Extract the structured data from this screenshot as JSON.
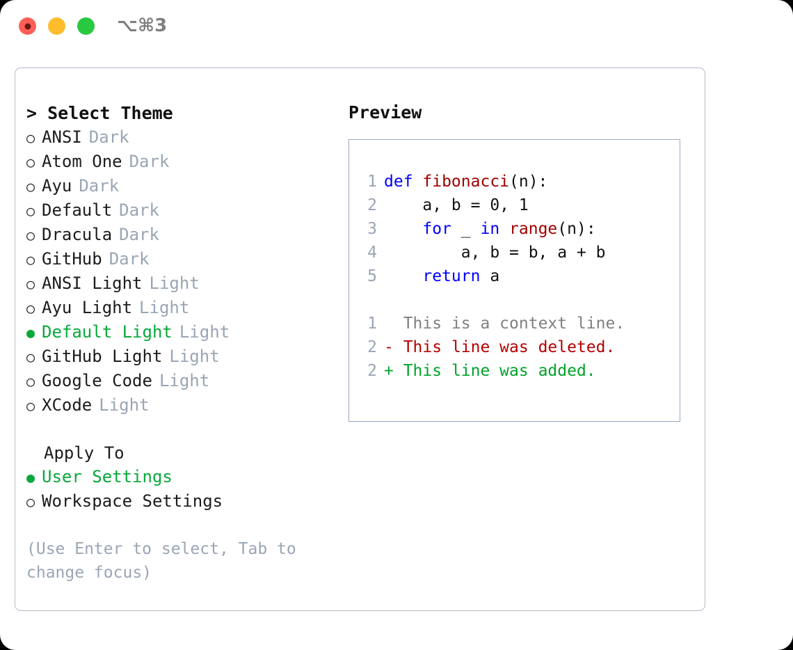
{
  "titlebar": {
    "shortcut": "⌥⌘3",
    "lights": [
      {
        "name": "close",
        "color": "#ff5f57"
      },
      {
        "name": "minimize",
        "color": "#ffbd2e"
      },
      {
        "name": "maximize",
        "color": "#28c840"
      }
    ]
  },
  "theme_panel": {
    "header": "> Select Theme",
    "items": [
      {
        "bullet": "○",
        "label": "ANSI",
        "tag": "Dark",
        "selected": false
      },
      {
        "bullet": "○",
        "label": "Atom One",
        "tag": "Dark",
        "selected": false
      },
      {
        "bullet": "○",
        "label": "Ayu",
        "tag": "Dark",
        "selected": false
      },
      {
        "bullet": "○",
        "label": "Default",
        "tag": "Dark",
        "selected": false
      },
      {
        "bullet": "○",
        "label": "Dracula",
        "tag": "Dark",
        "selected": false
      },
      {
        "bullet": "○",
        "label": "GitHub",
        "tag": "Dark",
        "selected": false
      },
      {
        "bullet": "○",
        "label": "ANSI Light",
        "tag": "Light",
        "selected": false
      },
      {
        "bullet": "○",
        "label": "Ayu Light",
        "tag": "Light",
        "selected": false
      },
      {
        "bullet": "●",
        "label": "Default Light",
        "tag": "Light",
        "selected": true
      },
      {
        "bullet": "○",
        "label": "GitHub Light",
        "tag": "Light",
        "selected": false
      },
      {
        "bullet": "○",
        "label": "Google Code",
        "tag": "Light",
        "selected": false
      },
      {
        "bullet": "○",
        "label": "XCode",
        "tag": "Light",
        "selected": false
      }
    ]
  },
  "apply_to": {
    "header": "Apply To",
    "items": [
      {
        "bullet": "●",
        "label": "User Settings",
        "selected": true
      },
      {
        "bullet": "○",
        "label": "Workspace Settings",
        "selected": false
      }
    ]
  },
  "hint": "(Use Enter to select, Tab to change focus)",
  "preview": {
    "title": "Preview",
    "code_lines": [
      {
        "num": "1",
        "tokens": [
          {
            "t": "def ",
            "c": "kw"
          },
          {
            "t": "fibonacci",
            "c": "fn"
          },
          {
            "t": "(n):",
            "c": "pl"
          }
        ]
      },
      {
        "num": "2",
        "tokens": [
          {
            "t": "    a, b = 0, 1",
            "c": "pl"
          }
        ]
      },
      {
        "num": "3",
        "tokens": [
          {
            "t": "    ",
            "c": "pl"
          },
          {
            "t": "for",
            "c": "kw"
          },
          {
            "t": " _ ",
            "c": "pl"
          },
          {
            "t": "in",
            "c": "kw"
          },
          {
            "t": " ",
            "c": "pl"
          },
          {
            "t": "range",
            "c": "fn"
          },
          {
            "t": "(n):",
            "c": "pl"
          }
        ]
      },
      {
        "num": "4",
        "tokens": [
          {
            "t": "        a, b = b, a + b",
            "c": "pl"
          }
        ]
      },
      {
        "num": "5",
        "tokens": [
          {
            "t": "    ",
            "c": "pl"
          },
          {
            "t": "return",
            "c": "kw"
          },
          {
            "t": " a",
            "c": "pl"
          }
        ]
      }
    ],
    "diff_lines": [
      {
        "num": "1",
        "marker": "  ",
        "text": "This is a context line.",
        "kind": "diff-ctx"
      },
      {
        "num": "2",
        "marker": "- ",
        "text": "This line was deleted.",
        "kind": "diff-del"
      },
      {
        "num": "2",
        "marker": "+ ",
        "text": "This line was added.",
        "kind": "diff-add"
      }
    ]
  },
  "colors": {
    "accent_green": "#09a83c",
    "muted": "#9aa5b4",
    "keyword_blue": "#0000ff",
    "function_red": "#a00000",
    "diff_deleted": "#b40000",
    "diff_added": "#00a32a",
    "border": "#b2bac6"
  }
}
